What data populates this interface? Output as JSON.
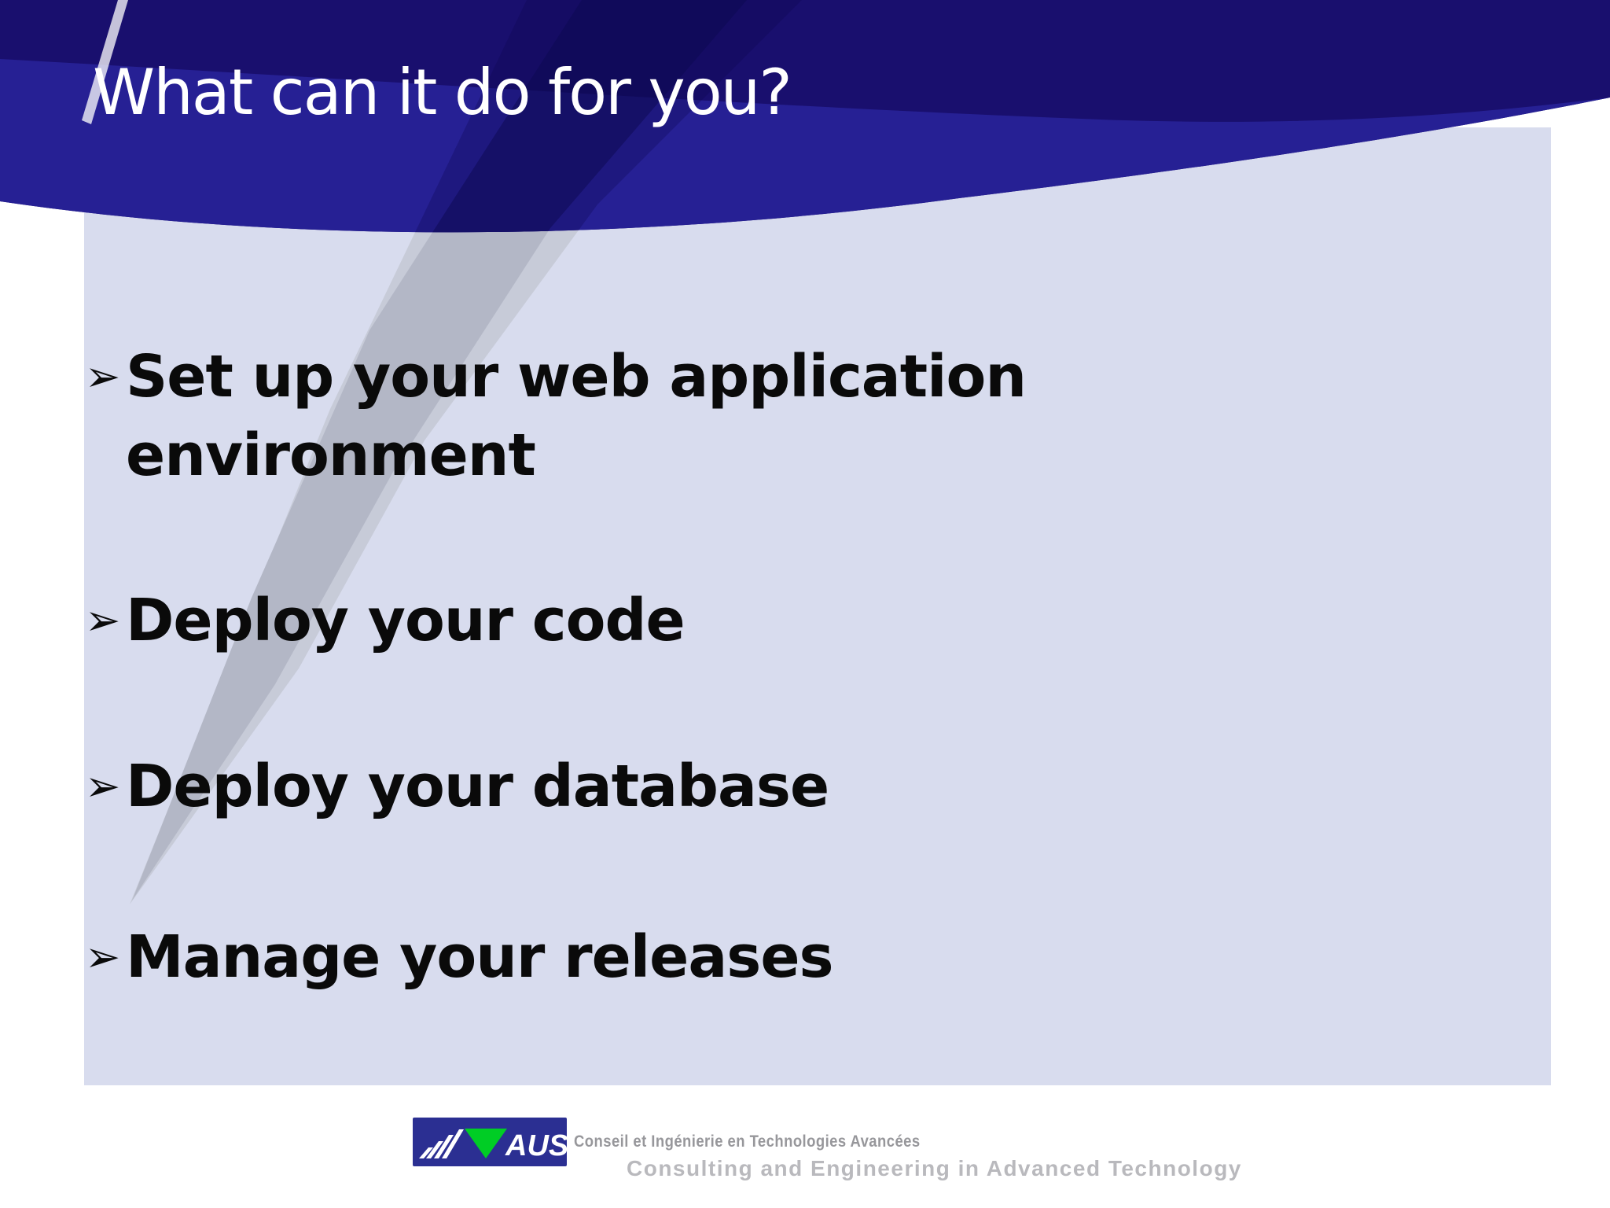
{
  "slide": {
    "title": "What can it do for you?",
    "bullet_char": "➢",
    "bullets": [
      {
        "text": "Set up your web application environment"
      },
      {
        "text": "Deploy your code"
      },
      {
        "text": "Deploy your database"
      },
      {
        "text": "Manage your releases"
      }
    ],
    "footer": {
      "logo_text": "AUSY",
      "tagline_fr": "Conseil et Ingénierie en Technologies Avancées",
      "tagline_en": "Consulting and Engineering in Advanced Technology"
    }
  },
  "colors": {
    "header_navy": "#190f6e",
    "header_band": "#262094",
    "panel": "#d8dcee",
    "streak_outer": "#c7cbd8",
    "streak_inner": "#b3b7c6",
    "streak_navy": "#0c0850",
    "title": "#ffffff",
    "text_dark": "#0a0a0a",
    "footer_fr": "#97979b",
    "footer_en": "#b9b9bd",
    "logo_bg": "#2b2f92",
    "logo_green": "#00cd25"
  }
}
